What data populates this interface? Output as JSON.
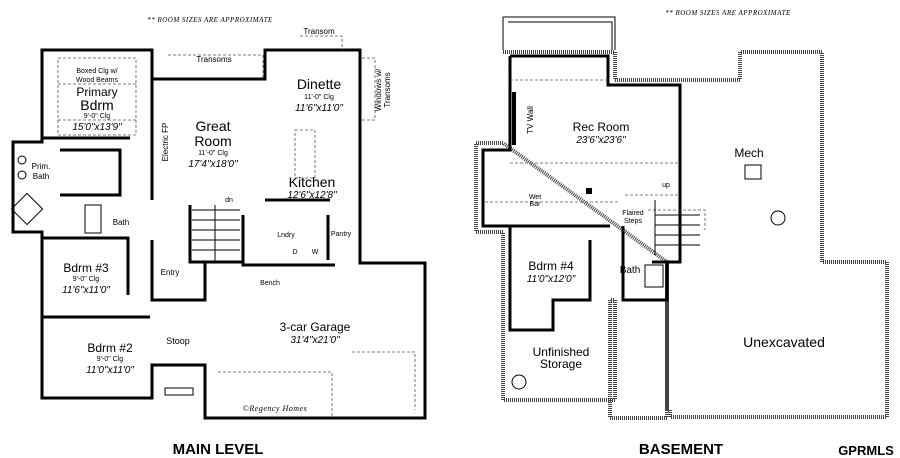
{
  "note": "** ROOM SIZES ARE APPROXIMATE",
  "main_level": {
    "title": "MAIN LEVEL",
    "transom": "Transom",
    "transoms": "Transoms",
    "windows_transoms": [
      "Windows w/",
      "Transoms"
    ],
    "electric_fp": "Electric FP",
    "primary_bdrm": {
      "ceiling_feature": [
        "Boxed Clg w/",
        "Wood Beams"
      ],
      "name": [
        "Primary",
        "Bdrm"
      ],
      "ceiling": "9'-0\" Clg",
      "size": "15'0\"x13'9\""
    },
    "dinette": {
      "name": "Dinette",
      "ceiling": "11'-0\" Clg",
      "size": "11'6\"x11'0\""
    },
    "great_room": {
      "name": [
        "Great",
        "Room"
      ],
      "ceiling": "11'-0\" Clg",
      "size": "17'4\"x18'0\""
    },
    "kitchen": {
      "name": "Kitchen",
      "size": "12'6\"x12'8\""
    },
    "prim_bath": [
      "Prim.",
      "Bath"
    ],
    "bath": "Bath",
    "dn": "dn",
    "laundry": "Lndry",
    "pantry": "Pantry",
    "dryer": "D",
    "washer": "W",
    "entry": "Entry",
    "bench": "Bench",
    "bdrm3": {
      "name": "Bdrm #3",
      "ceiling": "9'-0\" Clg",
      "size": "11'6\"x11'0\""
    },
    "bdrm2": {
      "name": "Bdrm #2",
      "ceiling": "9'-0\" Clg",
      "size": "11'0\"x11'0\""
    },
    "stoop": "Stoop",
    "garage": {
      "name": "3-car Garage",
      "size": "31'4\"x21'0\""
    },
    "copyright": "©Regency Homes"
  },
  "basement": {
    "title": "BASEMENT",
    "tv_wall": "TV Wall",
    "rec_room": {
      "name": "Rec Room",
      "size": "23'6\"x23'6\""
    },
    "mech": "Mech",
    "wet_bar": [
      "Wet",
      "Bar"
    ],
    "up": "up",
    "flaired_steps": [
      "Flaired",
      "Steps"
    ],
    "bdrm4": {
      "name": "Bdrm #4",
      "size": "11'0\"x12'0\""
    },
    "bath": "Bath",
    "storage": [
      "Unfinished",
      "Storage"
    ],
    "unexcavated": "Unexcavated"
  },
  "watermark": "GPRMLS"
}
